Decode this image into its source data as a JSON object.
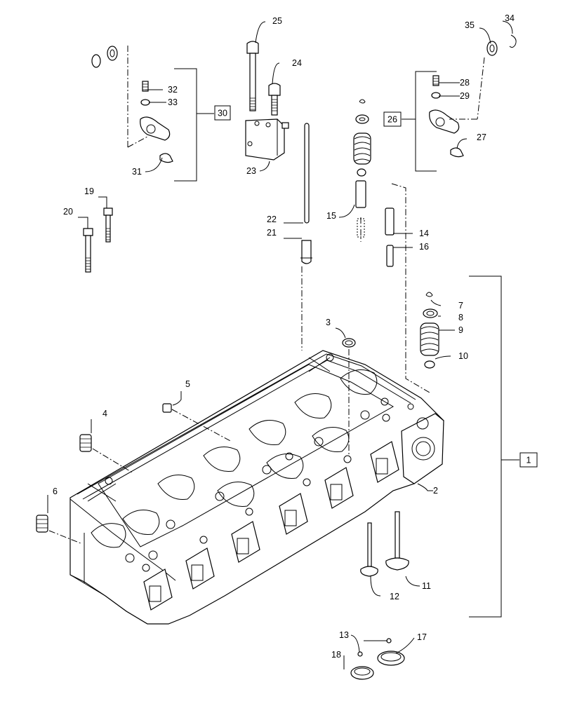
{
  "callouts": {
    "c1": "1",
    "c2": "2",
    "c3": "3",
    "c4": "4",
    "c5": "5",
    "c6": "6",
    "c7": "7",
    "c8": "8",
    "c9": "9",
    "c10": "10",
    "c11": "11",
    "c12": "12",
    "c13": "13",
    "c14": "14",
    "c15": "15",
    "c16": "16",
    "c17": "17",
    "c18": "18",
    "c19": "19",
    "c20": "20",
    "c21": "21",
    "c22": "22",
    "c23": "23",
    "c24": "24",
    "c25": "25",
    "c26": "26",
    "c27": "27",
    "c28": "28",
    "c29": "29",
    "c30": "30",
    "c31": "31",
    "c32": "32",
    "c33": "33",
    "c34": "34",
    "c35": "35"
  }
}
